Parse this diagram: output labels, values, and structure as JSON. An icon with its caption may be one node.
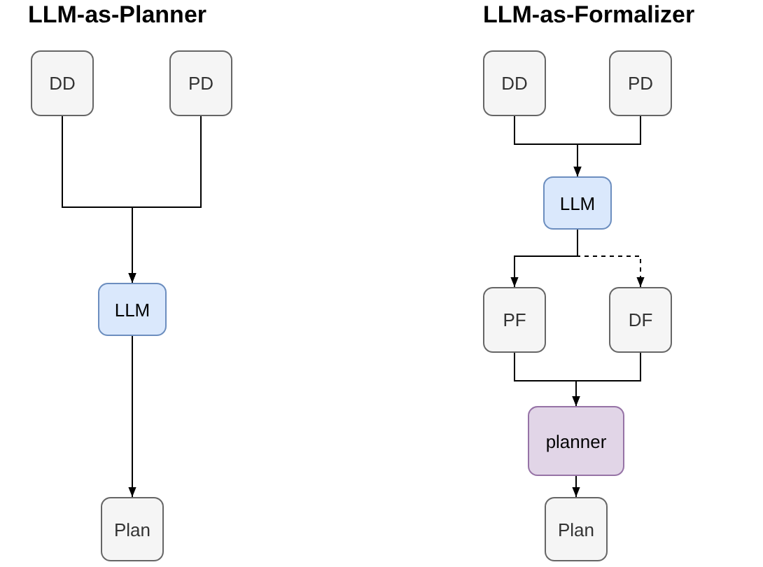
{
  "diagram": {
    "nodes": [
      {
        "text": [
          "DD"
        ]
      },
      {
        "text": [
          "PD"
        ]
      },
      {
        "text": [
          "LLM"
        ]
      },
      {
        "text": [
          "Plan"
        ]
      },
      {
        "text": [
          "DD"
        ]
      },
      {
        "text": [
          "PD"
        ]
      },
      {
        "text": [
          "LLM"
        ]
      },
      {
        "text": [
          "PF"
        ]
      },
      {
        "text": [
          "DF"
        ]
      },
      {
        "text": [
          "planner"
        ]
      },
      {
        "text": [
          "Plan"
        ]
      }
    ],
    "edges": [
      {
        "from": 0,
        "to": 2,
        "arrow": "to"
      },
      {
        "from": 1,
        "to": 2,
        "arrow": "to"
      },
      {
        "from": 2,
        "to": 3,
        "arrow": "to"
      },
      {
        "from": 4,
        "to": 6,
        "arrow": "to"
      },
      {
        "from": 5,
        "to": 6,
        "arrow": "to"
      },
      {
        "from": 6,
        "to": 7,
        "arrow": "to"
      },
      {
        "from": 6,
        "to": 8,
        "arrow": "to",
        "style": "dashed"
      },
      {
        "from": 7,
        "to": 9,
        "arrow": "to"
      },
      {
        "from": 8,
        "to": 9,
        "arrow": "to"
      },
      {
        "from": 9,
        "to": 10,
        "arrow": "to"
      }
    ],
    "labels": [
      "LLM-as-Planner",
      "LLM-as-Formalizer"
    ]
  }
}
